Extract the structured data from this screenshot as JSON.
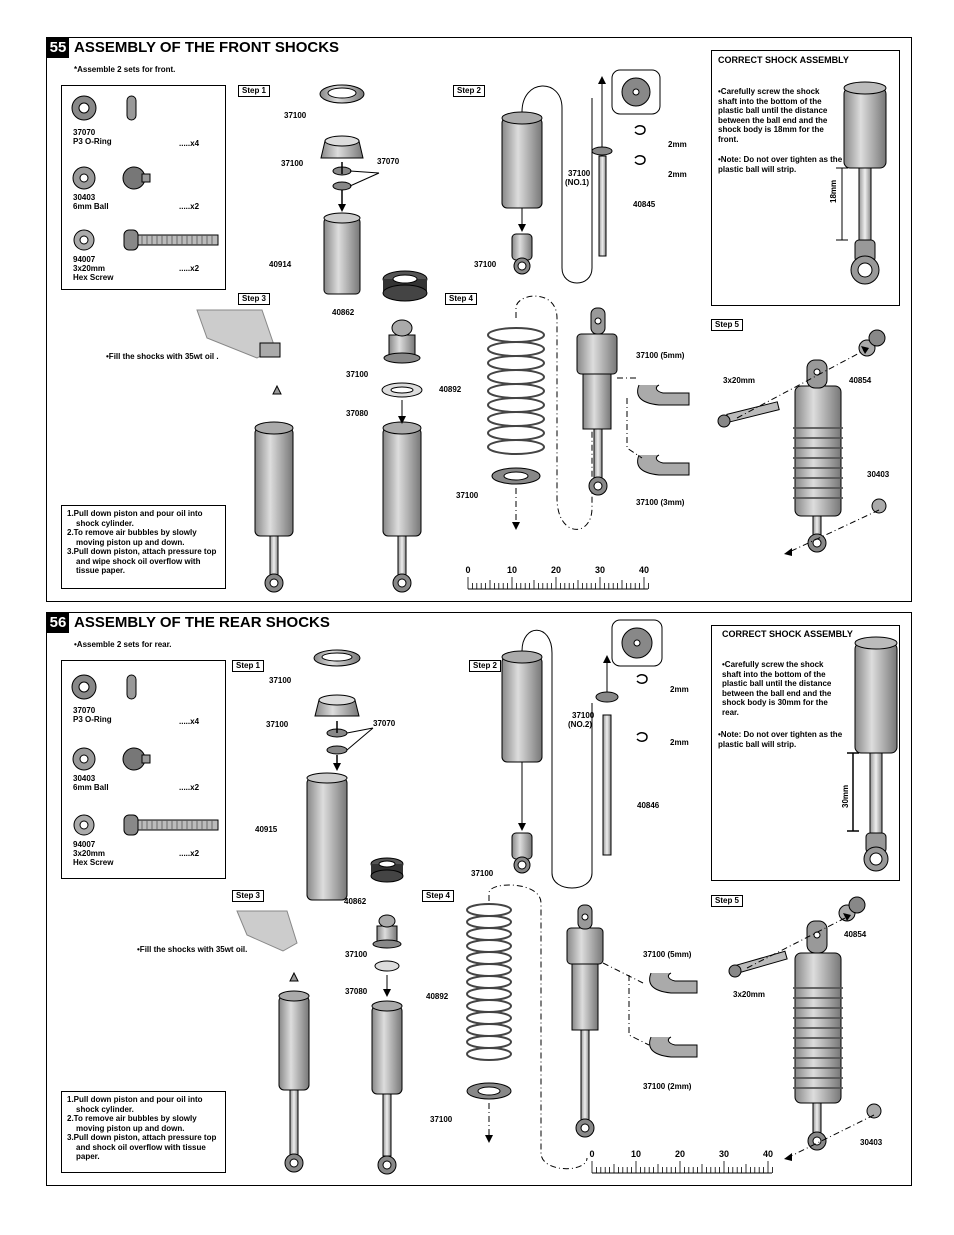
{
  "sections": [
    {
      "number": "55",
      "title": "ASSEMBLY OF THE FRONT SHOCKS",
      "subtitle": "*Assemble 2 sets for front.",
      "parts": [
        {
          "code": "37070",
          "name": "P3 O-Ring",
          "qty": ".....x4"
        },
        {
          "code": "30403",
          "name": "6mm Ball",
          "qty": ".....x2"
        },
        {
          "code": "94007",
          "name": "3x20mm",
          "name2": "Hex Screw",
          "qty": ".....x2"
        }
      ],
      "steps": [
        "Step 1",
        "Step 2",
        "Step 3",
        "Step 4",
        "Step 5"
      ],
      "labels": {
        "s1_a": "37100",
        "s1_b": "37100",
        "s1_c": "37070",
        "s1_d": "40914",
        "s1_e": "40862",
        "s2_a": "37100",
        "s2_b": "(NO.1)",
        "s2_c": "2mm",
        "s2_d": "2mm",
        "s2_e": "40845",
        "s2_f": "37100",
        "s3_fill": "•Fill the shocks with 35wt oil .",
        "s3_a": "37100",
        "s3_b": "37080",
        "s4_a": "40892",
        "s4_b": "37100",
        "s4_c": "37100 (5mm)",
        "s4_d": "37100 (3mm)",
        "s5_a": "3x20mm",
        "s5_b": "40854",
        "s5_c": "30403"
      },
      "correct": {
        "title": "CORRECT SHOCK  ASSEMBLY",
        "note1": "•Carefully screw the shock shaft into the bottom of the plastic ball until the distance between the ball end and the shock body is 18mm for the front.",
        "note2": "•Note:  Do not over tighten as the plastic ball will strip.",
        "dim": "18mm"
      },
      "notes": [
        "1.Pull down piston and pour oil into shock cylinder.",
        "2.To remove air bubbles by slowly moving piston up and down.",
        "3.Pull down piston, attach pressure top and wipe shock oil overflow with  tissue paper."
      ],
      "ruler": [
        "0",
        "10",
        "20",
        "30",
        "40"
      ]
    },
    {
      "number": "56",
      "title": "ASSEMBLY OF THE REAR SHOCKS",
      "subtitle": "•Assemble 2 sets for rear.",
      "parts": [
        {
          "code": "37070",
          "name": "P3 O-Ring",
          "qty": ".....x4"
        },
        {
          "code": "30403",
          "name": "6mm Ball",
          "qty": ".....x2"
        },
        {
          "code": "94007",
          "name": "3x20mm",
          "name2": "Hex Screw",
          "qty": ".....x2"
        }
      ],
      "steps": [
        "Step 1",
        "Step 2",
        "Step 3",
        "Step 4",
        "Step 5"
      ],
      "labels": {
        "s1_a": "37100",
        "s1_b": "37100",
        "s1_c": "37070",
        "s1_d": "40915",
        "s1_e": "40862",
        "s2_a": "37100",
        "s2_b": "(NO.2)",
        "s2_c": "2mm",
        "s2_d": "2mm",
        "s2_e": "40846",
        "s2_f": "37100",
        "s3_fill": "•Fill the shocks with 35wt oil.",
        "s3_a": "37100",
        "s3_b": "37080",
        "s4_a": "40892",
        "s4_b": "37100",
        "s4_c": "37100 (5mm)",
        "s4_d": "37100 (2mm)",
        "s5_a": "3x20mm",
        "s5_b": "40854",
        "s5_c": "30403"
      },
      "correct": {
        "title": "CORRECT SHOCK  ASSEMBLY",
        "note1": "•Carefully screw the shock shaft into the bottom of the plastic ball until the distance between the ball end and the shock body is 30mm for the rear.",
        "note2": "•Note:  Do not over tighten as the plastic ball will strip.",
        "dim": "30mm"
      },
      "notes": [
        "1.Pull down piston and pour oil into shock cylinder.",
        "2.To remove air bubbles by slowly moving piston up and down.",
        "3.Pull down piston, attach pressure top and shock oil overflow with tissue paper."
      ],
      "ruler": [
        "0",
        "10",
        "20",
        "30",
        "40"
      ]
    }
  ]
}
